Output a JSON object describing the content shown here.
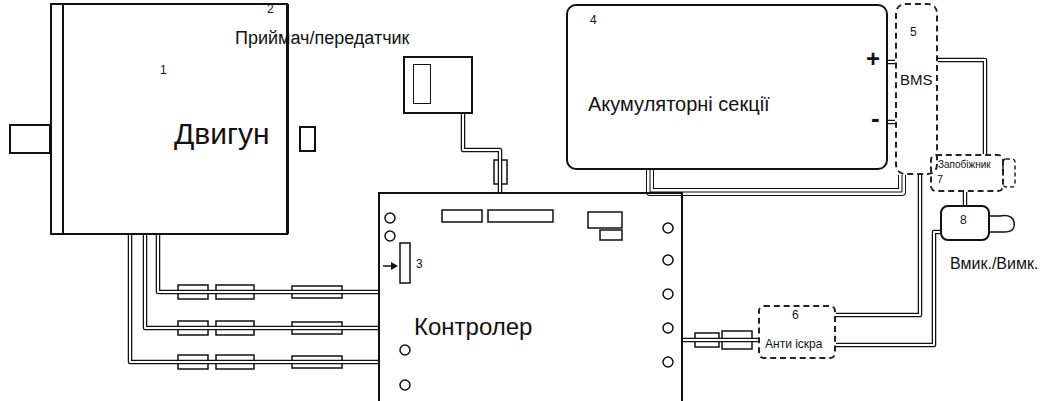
{
  "diagram": {
    "nodes": [
      {
        "text": [
          "Двигун"
        ]
      },
      {
        "text": [
          "Приймач/передатчик"
        ]
      },
      {
        "text": [
          "Контролер"
        ]
      },
      {
        "text": [
          "Акумуляторні секції"
        ]
      },
      {
        "text": [
          "BMS"
        ]
      },
      {
        "text": [
          "Анти іскра"
        ]
      },
      {
        "text": [
          "Запобіжник"
        ]
      },
      {
        "text": [
          "Вмик./Вимк."
        ]
      }
    ],
    "edges": [
      {
        "from": 0,
        "to": 2,
        "arrow": "none"
      },
      {
        "from": 0,
        "to": 2,
        "arrow": "none"
      },
      {
        "from": 0,
        "to": 2,
        "arrow": "none"
      },
      {
        "from": 1,
        "to": 2,
        "arrow": "none"
      },
      {
        "from": 3,
        "to": 4,
        "arrow": "none"
      },
      {
        "from": 3,
        "to": 4,
        "arrow": "none"
      },
      {
        "from": 3,
        "to": 4,
        "arrow": "none"
      },
      {
        "from": 4,
        "to": 6,
        "arrow": "none"
      },
      {
        "from": 6,
        "to": 7,
        "arrow": "none"
      },
      {
        "from": 7,
        "to": 5,
        "arrow": "none"
      },
      {
        "from": 4,
        "to": 5,
        "arrow": "none"
      },
      {
        "from": 5,
        "to": 2,
        "arrow": "none"
      }
    ],
    "labels": [
      "1",
      "2",
      "3",
      "4",
      "5",
      "6",
      "7",
      "8",
      "+",
      "-"
    ]
  }
}
